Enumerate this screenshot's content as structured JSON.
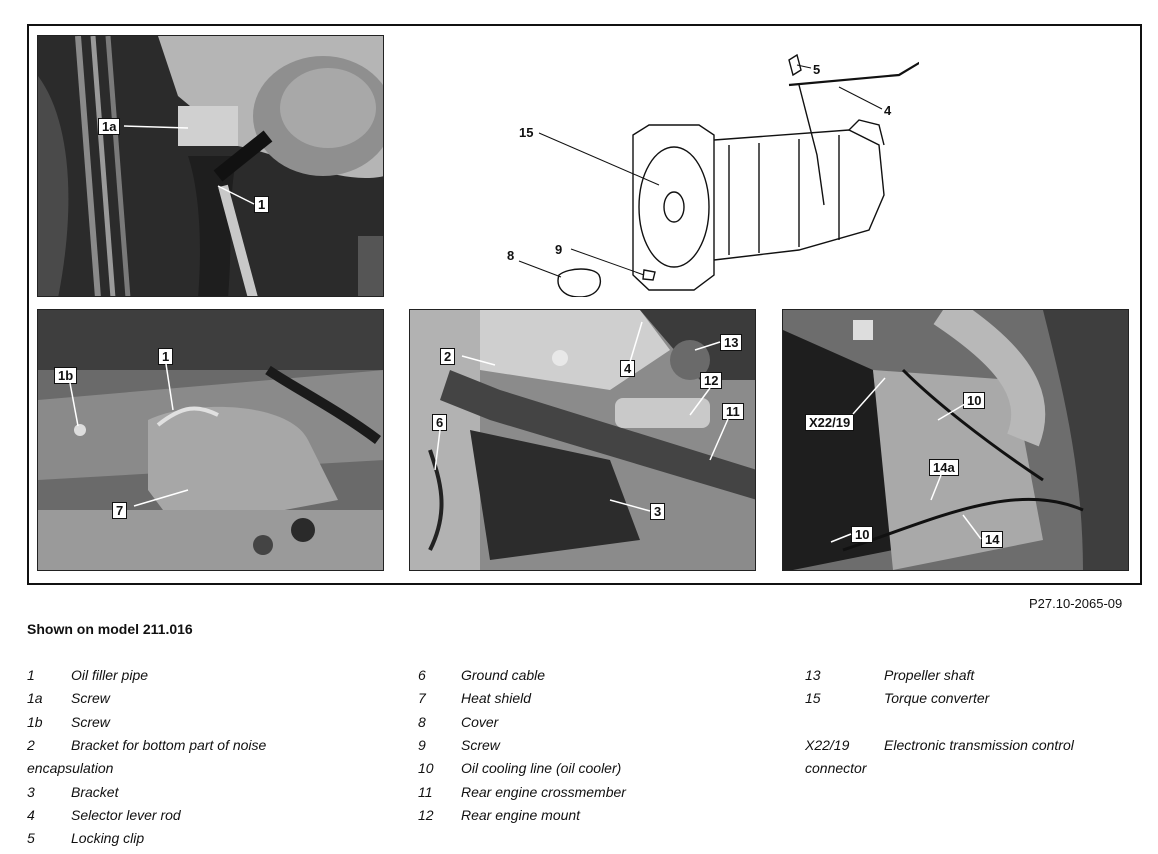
{
  "figure": {
    "reference": "P27.10-2065-09",
    "model_caption": "Shown on model 211.016"
  },
  "panels": {
    "top_left": {
      "callouts": [
        "1a",
        "1"
      ]
    },
    "top_right": {
      "callouts": [
        "5",
        "4",
        "15",
        "9",
        "8"
      ]
    },
    "bottom_left": {
      "callouts": [
        "1b",
        "1",
        "7"
      ]
    },
    "bottom_middle": {
      "callouts": [
        "2",
        "13",
        "4",
        "12",
        "11",
        "6",
        "3"
      ]
    },
    "bottom_right": {
      "callouts": [
        "10",
        "X22/19",
        "14a",
        "10",
        "14"
      ]
    }
  },
  "legend": {
    "col1": [
      {
        "num": "1",
        "text": "Oil filler pipe"
      },
      {
        "num": "1a",
        "text": "Screw"
      },
      {
        "num": "1b",
        "text": "Screw"
      },
      {
        "num": "2",
        "text": "Bracket for bottom part of noise"
      },
      {
        "num": "",
        "text": "encapsulation"
      },
      {
        "num": "3",
        "text": "Bracket"
      },
      {
        "num": "4",
        "text": "Selector lever rod"
      },
      {
        "num": "5",
        "text": "Locking clip"
      }
    ],
    "col2": [
      {
        "num": "6",
        "text": "Ground cable"
      },
      {
        "num": "7",
        "text": "Heat shield"
      },
      {
        "num": "8",
        "text": "Cover"
      },
      {
        "num": "9",
        "text": "Screw"
      },
      {
        "num": "10",
        "text": "Oil cooling line (oil cooler)"
      },
      {
        "num": "11",
        "text": "Rear engine crossmember"
      },
      {
        "num": "12",
        "text": "Rear engine mount"
      }
    ],
    "col3": [
      {
        "num": "13",
        "text": "Propeller shaft"
      },
      {
        "num": "15",
        "text": "Torque converter"
      },
      {
        "num": "",
        "text": ""
      },
      {
        "num": "X22/19",
        "text": "Electronic transmission control"
      },
      {
        "num": "",
        "text": "connector"
      }
    ]
  }
}
